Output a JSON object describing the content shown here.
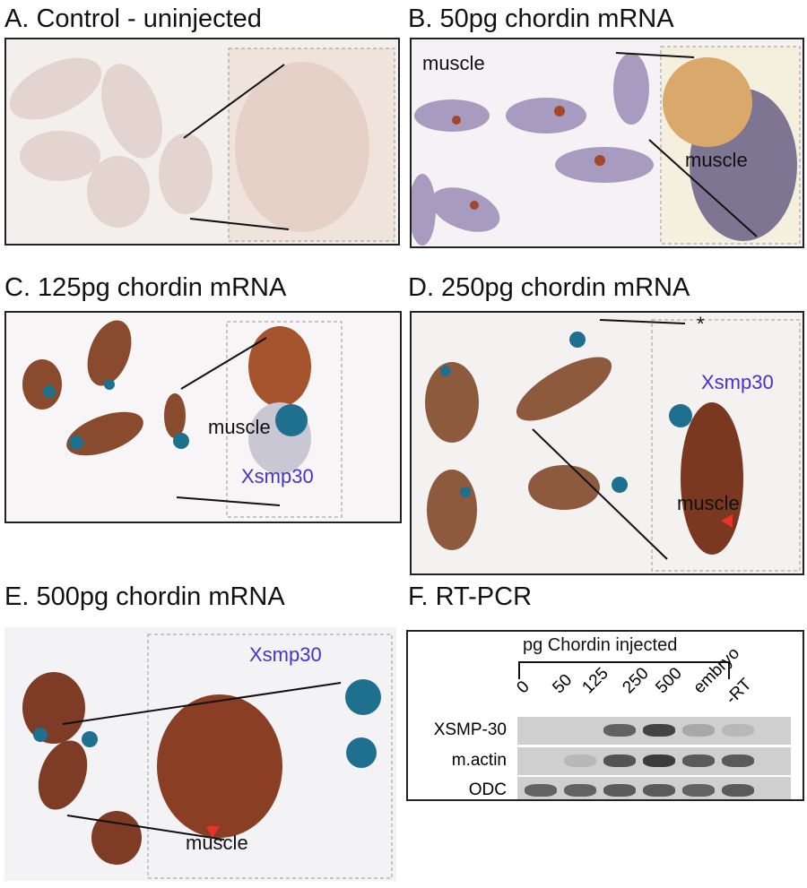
{
  "panels": {
    "A": {
      "title": "A.  Control - uninjected"
    },
    "B": {
      "title": "B.  50pg chordin mRNA",
      "labels": [
        "muscle",
        "muscle"
      ]
    },
    "C": {
      "title": "C.  125pg chordin mRNA",
      "labels": [
        "muscle",
        "Xsmp30"
      ]
    },
    "D": {
      "title": "D.  250pg chordin mRNA",
      "labels": [
        "Xsmp30",
        "muscle",
        "*"
      ]
    },
    "E": {
      "title": "E.  500pg chordin mRNA",
      "labels": [
        "Xsmp30",
        "muscle"
      ]
    },
    "F": {
      "title": "F.  RT-PCR",
      "header": "pg Chordin injected",
      "lanes": [
        "0",
        "50",
        "125",
        "250",
        "500",
        "embryo",
        "-RT"
      ],
      "rows": [
        {
          "name": "XSMP-30",
          "intensity": [
            0,
            0,
            0.7,
            0.9,
            0.25,
            0.15,
            0
          ]
        },
        {
          "name": "m.actin",
          "intensity": [
            0,
            0.15,
            0.8,
            0.95,
            0.75,
            0.75,
            0
          ]
        },
        {
          "name": "ODC",
          "intensity": [
            0.7,
            0.7,
            0.75,
            0.75,
            0.7,
            0.75,
            0
          ]
        }
      ]
    }
  },
  "colors": {
    "muscle": "#8a3a1e",
    "xsmp30": "#1f6f8f",
    "label_blue": "#4433cc",
    "arrow_red": "#e8332a"
  }
}
